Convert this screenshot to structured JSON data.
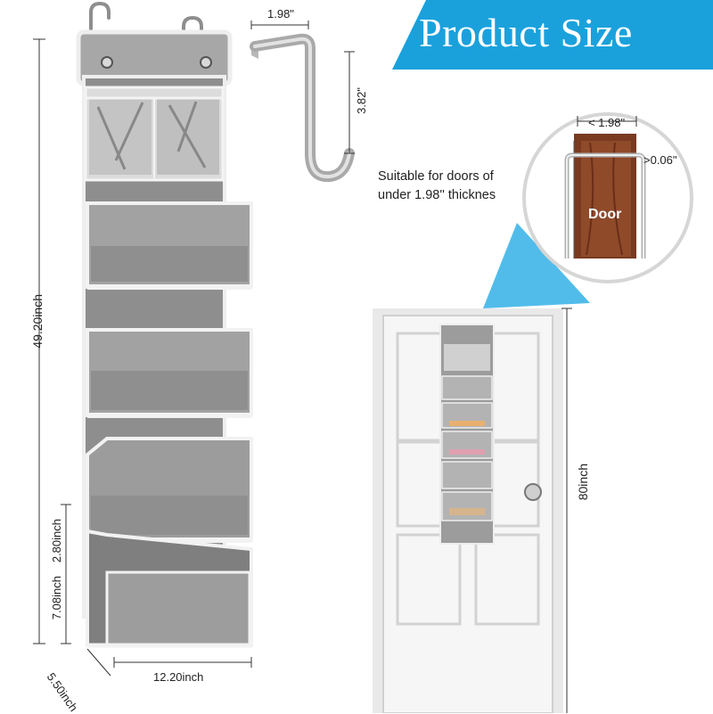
{
  "banner": {
    "title": "Product Size",
    "accent_color": "#1aa1dc"
  },
  "organizer": {
    "height_label": "49.20inch",
    "width_label": "12.20inch",
    "depth_label": "5.50inch",
    "pocket_front_label": "2.80inch",
    "pocket_height_label": "7.08inch",
    "fabric_color": "#9a9a9a",
    "trim_color": "#f2f2f2"
  },
  "hook": {
    "width_label": "1.98\"",
    "height_label": "3.82\""
  },
  "door_fit": {
    "note_line1": "Suitable for doors of",
    "note_line2": "under 1.98'' thicknes",
    "gap_label": "1.98\"",
    "thickness_label": ">0.06\"",
    "door_label": "Door"
  },
  "door_scene": {
    "height_label": "80inch"
  }
}
